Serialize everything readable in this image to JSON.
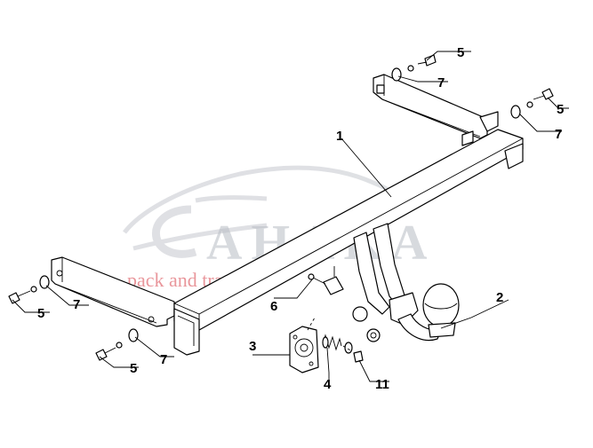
{
  "watermark": {
    "brand": "AHAKA",
    "tagline": "pack and travel"
  },
  "callouts": [
    {
      "id": "c5a",
      "label": "5"
    },
    {
      "id": "c7a",
      "label": "7"
    },
    {
      "id": "c5b",
      "label": "5"
    },
    {
      "id": "c7b",
      "label": "7"
    },
    {
      "id": "c1",
      "label": "1"
    },
    {
      "id": "c2",
      "label": "2"
    },
    {
      "id": "c5c",
      "label": "5"
    },
    {
      "id": "c7c",
      "label": "7"
    },
    {
      "id": "c5d",
      "label": "5"
    },
    {
      "id": "c7d",
      "label": "7"
    },
    {
      "id": "c6",
      "label": "6"
    },
    {
      "id": "c3",
      "label": "3"
    },
    {
      "id": "c4",
      "label": "4"
    },
    {
      "id": "c11",
      "label": "11"
    }
  ]
}
